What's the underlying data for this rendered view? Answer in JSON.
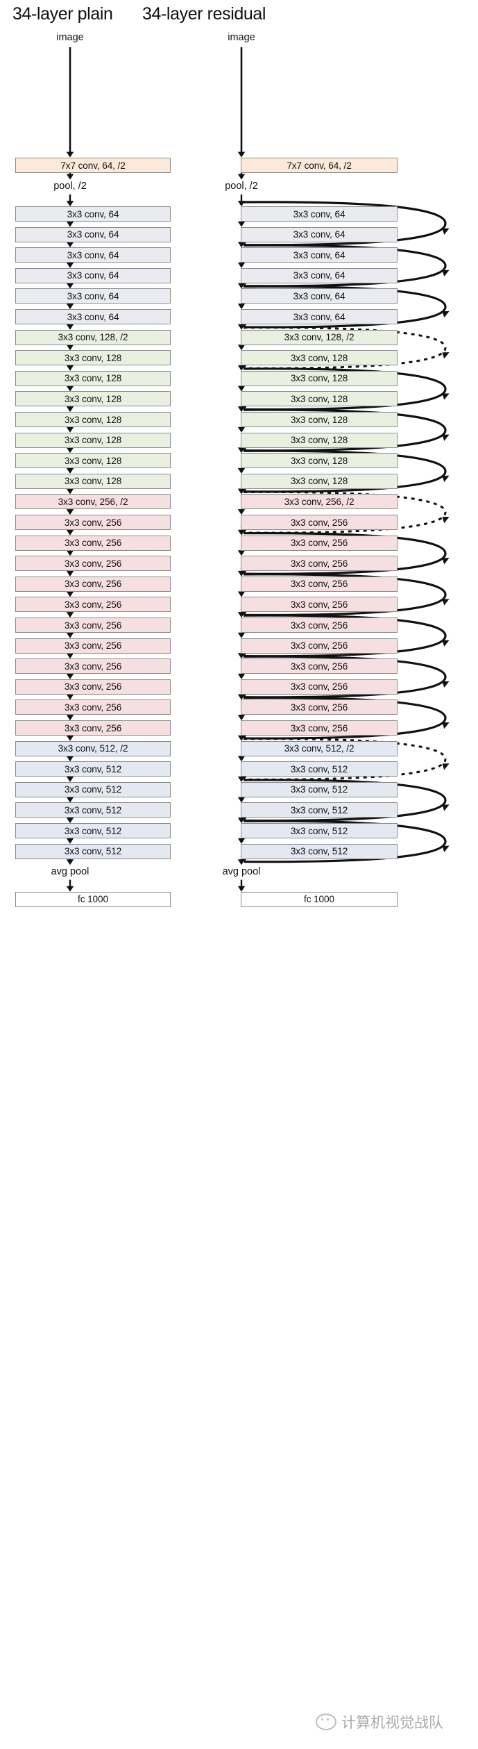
{
  "figure": {
    "title_left": "34-layer plain",
    "title_right": "34-layer residual",
    "input_label": "image",
    "pool_label": "pool, /2",
    "avgpool_label": "avg pool",
    "fc_label": "fc 1000",
    "watermark": "计算机视觉战队",
    "watermark_icon": "wechat-face-icon"
  },
  "palette": {
    "stem": "#fce9d9",
    "c64": "#e9ebf1",
    "c128": "#eaf0e0",
    "c256": "#f6dfe0",
    "c512": "#e4e8f1",
    "plain": "#ffffff",
    "border": "#8b8b8b",
    "arrow": "#111111"
  },
  "chart_data": {
    "type": "diagram",
    "title": "ResNet-34: plain vs residual network architecture",
    "columns": [
      {
        "name": "34-layer plain",
        "has_shortcuts": false
      },
      {
        "name": "34-layer residual",
        "has_shortcuts": true
      }
    ],
    "stem": [
      {
        "label": "7x7 conv, 64, /2",
        "color": "stem"
      },
      {
        "label": "pool, /2",
        "type": "edge-label"
      }
    ],
    "layers": [
      {
        "label": "3x3 conv, 64",
        "color": "c64"
      },
      {
        "label": "3x3 conv, 64",
        "color": "c64"
      },
      {
        "label": "3x3 conv, 64",
        "color": "c64"
      },
      {
        "label": "3x3 conv, 64",
        "color": "c64"
      },
      {
        "label": "3x3 conv, 64",
        "color": "c64"
      },
      {
        "label": "3x3 conv, 64",
        "color": "c64"
      },
      {
        "label": "3x3 conv, 128, /2",
        "color": "c128"
      },
      {
        "label": "3x3 conv, 128",
        "color": "c128"
      },
      {
        "label": "3x3 conv, 128",
        "color": "c128"
      },
      {
        "label": "3x3 conv, 128",
        "color": "c128"
      },
      {
        "label": "3x3 conv, 128",
        "color": "c128"
      },
      {
        "label": "3x3 conv, 128",
        "color": "c128"
      },
      {
        "label": "3x3 conv, 128",
        "color": "c128"
      },
      {
        "label": "3x3 conv, 128",
        "color": "c128"
      },
      {
        "label": "3x3 conv, 256, /2",
        "color": "c256"
      },
      {
        "label": "3x3 conv, 256",
        "color": "c256"
      },
      {
        "label": "3x3 conv, 256",
        "color": "c256"
      },
      {
        "label": "3x3 conv, 256",
        "color": "c256"
      },
      {
        "label": "3x3 conv, 256",
        "color": "c256"
      },
      {
        "label": "3x3 conv, 256",
        "color": "c256"
      },
      {
        "label": "3x3 conv, 256",
        "color": "c256"
      },
      {
        "label": "3x3 conv, 256",
        "color": "c256"
      },
      {
        "label": "3x3 conv, 256",
        "color": "c256"
      },
      {
        "label": "3x3 conv, 256",
        "color": "c256"
      },
      {
        "label": "3x3 conv, 256",
        "color": "c256"
      },
      {
        "label": "3x3 conv, 256",
        "color": "c256"
      },
      {
        "label": "3x3 conv, 512, /2",
        "color": "c512"
      },
      {
        "label": "3x3 conv, 512",
        "color": "c512"
      },
      {
        "label": "3x3 conv, 512",
        "color": "c512"
      },
      {
        "label": "3x3 conv, 512",
        "color": "c512"
      },
      {
        "label": "3x3 conv, 512",
        "color": "c512"
      },
      {
        "label": "3x3 conv, 512",
        "color": "c512"
      }
    ],
    "tail": [
      {
        "label": "avg pool",
        "type": "edge-label"
      },
      {
        "label": "fc 1000",
        "color": "plain"
      }
    ],
    "shortcuts": [
      {
        "from": -1,
        "to": 1,
        "style": "solid"
      },
      {
        "from": 1,
        "to": 3,
        "style": "solid"
      },
      {
        "from": 3,
        "to": 5,
        "style": "solid"
      },
      {
        "from": 5,
        "to": 7,
        "style": "dashed"
      },
      {
        "from": 7,
        "to": 9,
        "style": "solid"
      },
      {
        "from": 9,
        "to": 11,
        "style": "solid"
      },
      {
        "from": 11,
        "to": 13,
        "style": "solid"
      },
      {
        "from": 13,
        "to": 15,
        "style": "dashed"
      },
      {
        "from": 15,
        "to": 17,
        "style": "solid"
      },
      {
        "from": 17,
        "to": 19,
        "style": "solid"
      },
      {
        "from": 19,
        "to": 21,
        "style": "solid"
      },
      {
        "from": 21,
        "to": 23,
        "style": "solid"
      },
      {
        "from": 23,
        "to": 25,
        "style": "solid"
      },
      {
        "from": 25,
        "to": 27,
        "style": "dashed"
      },
      {
        "from": 27,
        "to": 29,
        "style": "solid"
      },
      {
        "from": 29,
        "to": 31,
        "style": "solid"
      }
    ]
  }
}
